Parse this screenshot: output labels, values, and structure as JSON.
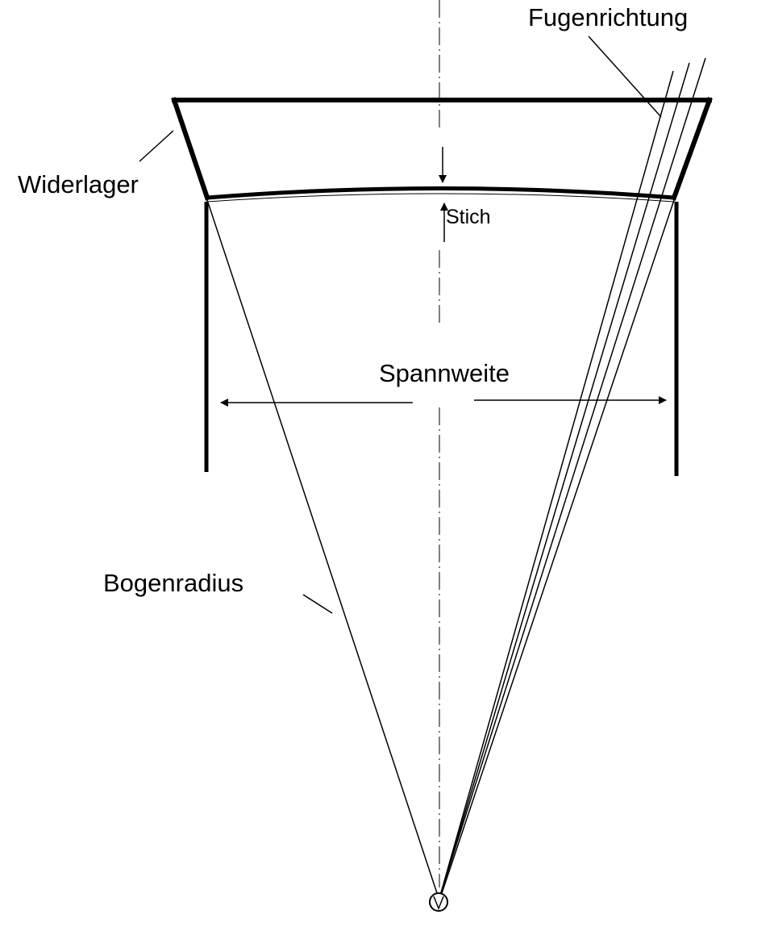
{
  "labels": {
    "fugenrichtung": "Fugenrichtung",
    "widerlager": "Widerlager",
    "stich": "Stich",
    "spannweite": "Spannweite",
    "bogenradius": "Bogenradius"
  },
  "colors": {
    "ink": "#000000",
    "background": "#ffffff"
  }
}
